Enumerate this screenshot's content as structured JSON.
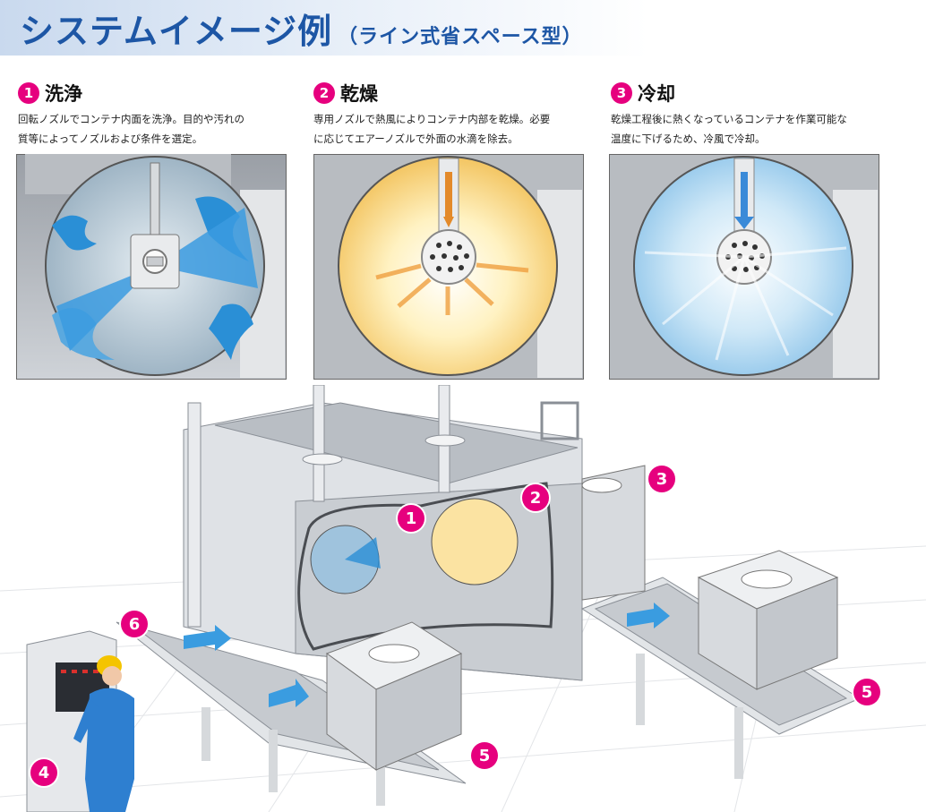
{
  "header": {
    "title": "システムイメージ例",
    "subtitle": "（ライン式省スペース型）"
  },
  "steps": [
    {
      "number": "1",
      "title": "洗浄",
      "description": "回転ノズルでコンテナ内面を洗浄。目的や汚れの\n質等によってノズルおよび条件を選定。"
    },
    {
      "number": "2",
      "title": "乾燥",
      "description": "専用ノズルで熱風によりコンテナ内部を乾燥。必要\nに応じてエアーノズルで外面の水滴を除去。"
    },
    {
      "number": "3",
      "title": "冷却",
      "description": "乾燥工程後に熱くなっているコンテナを作業可能な\n温度に下げるため、冷風で冷却。"
    }
  ],
  "callouts": [
    "1",
    "2",
    "3",
    "4",
    "5",
    "5",
    "6"
  ],
  "colors": {
    "accent": "#e6007e",
    "title_blue": "#1d56a5",
    "wash": "#2a8fd6",
    "dry": "#f0a040",
    "cool": "#3a8ad8"
  }
}
